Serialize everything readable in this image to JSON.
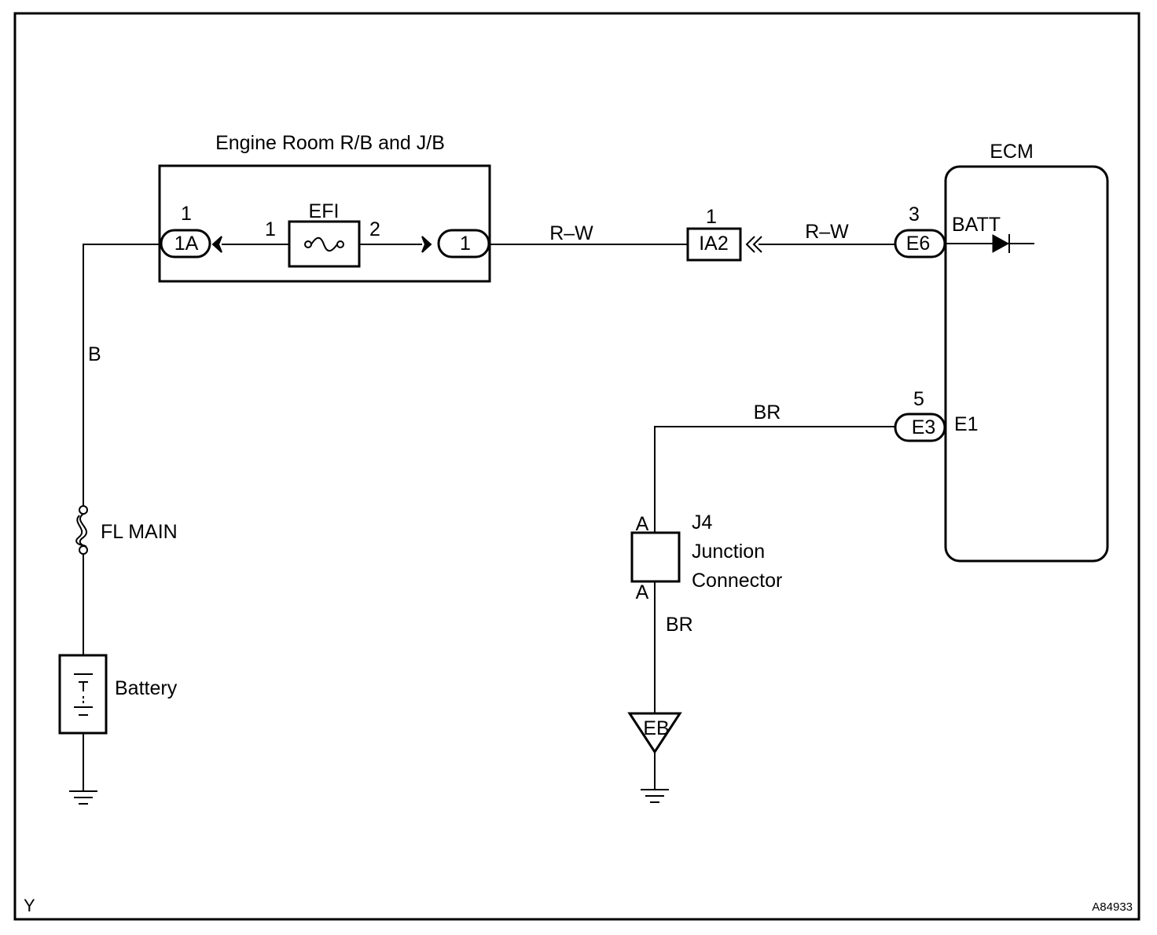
{
  "labels": {
    "jb_title": "Engine Room R/B and J/B",
    "ecm_title": "ECM",
    "pin_1a_num": "1",
    "pin_1a": "1A",
    "fuse_efi": "EFI",
    "efi_pin_in": "1",
    "efi_pin_out": "2",
    "pin_out_1": "1",
    "wire_rw_1": "R–W",
    "ia2_num": "1",
    "ia2": "IA2",
    "wire_rw_2": "R–W",
    "e6_num": "3",
    "e6": "E6",
    "batt": "BATT",
    "wire_b": "B",
    "fl_main": "FL MAIN",
    "battery": "Battery",
    "wire_br_top": "BR",
    "e3_num": "5",
    "e3": "E3",
    "e1": "E1",
    "j4_pin_a_top": "A",
    "j4_pin_a_bottom": "A",
    "j4_line1": "J4",
    "j4_line2": "Junction",
    "j4_line3": "Connector",
    "wire_br_bottom": "BR",
    "ground_eb": "EB",
    "corner_left": "Y",
    "figure_id": "A84933"
  }
}
